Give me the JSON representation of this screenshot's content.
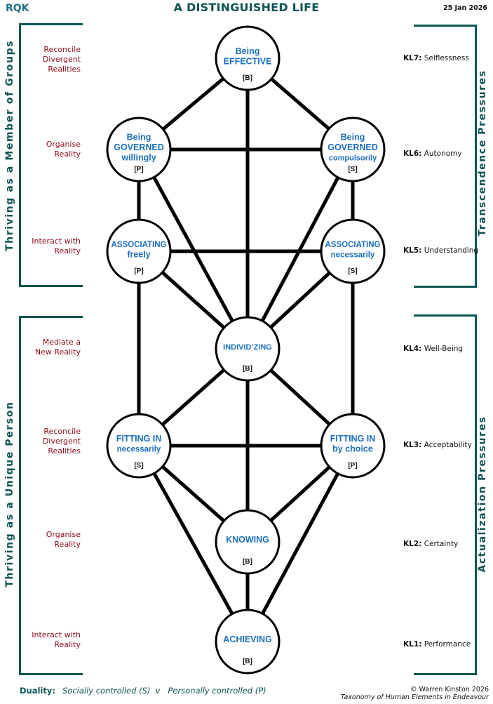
{
  "header": {
    "left": "RQK",
    "title": "A DISTINGUISHED LIFE",
    "date": "25 Jan 2026"
  },
  "left_groups": [
    {
      "title": "Thriving  as  a  Member  of  Groups",
      "labels": [
        "Reconcile\nDivergent\nRealities",
        "Organise\nReality",
        "Interact with\nReality"
      ]
    },
    {
      "title": "Thriving  as  a  Unique  Person",
      "labels": [
        "Mediate a\nNew Reality",
        "Reconcile\nDivergent\nRealities",
        "Organise\nReality",
        "Interact with\nReality"
      ]
    }
  ],
  "right_groups": [
    {
      "title": "Transcendence  Pressures"
    },
    {
      "title": "Actualization  Pressures"
    }
  ],
  "levels": [
    {
      "code": "KL7:",
      "name": "Selflessness"
    },
    {
      "code": "KL6:",
      "name": "Autonomy"
    },
    {
      "code": "KL5:",
      "name": "Understanding"
    },
    {
      "code": "KL4:",
      "name": "Well-Being"
    },
    {
      "code": "KL3:",
      "name": "Acceptability"
    },
    {
      "code": "KL2:",
      "name": "Certainty"
    },
    {
      "code": "KL1:",
      "name": "Performance"
    }
  ],
  "nodes": [
    {
      "id": "effective",
      "lines": [
        "Being",
        "EFFECTIVE"
      ],
      "tag": "[B]"
    },
    {
      "id": "gov-willingly",
      "lines": [
        "Being",
        "GOVERNED",
        "willingly"
      ],
      "tag": "[P]"
    },
    {
      "id": "gov-compulsorily",
      "lines": [
        "Being",
        "GOVERNED",
        "compulsorily"
      ],
      "tag": "[S]"
    },
    {
      "id": "assoc-freely",
      "lines": [
        "ASSOCIATING",
        "freely"
      ],
      "tag": "[P]"
    },
    {
      "id": "assoc-necessarily",
      "lines": [
        "ASSOCIATING",
        "necessarily"
      ],
      "tag": "[S]"
    },
    {
      "id": "individzing",
      "lines": [
        "INDIVID’ZING"
      ],
      "tag": "[B]"
    },
    {
      "id": "fitting-necessarily",
      "lines": [
        "FITTING IN",
        "necessarily"
      ],
      "tag": "[S]"
    },
    {
      "id": "fitting-choice",
      "lines": [
        "FITTING IN",
        "by choice"
      ],
      "tag": "[P]"
    },
    {
      "id": "knowing",
      "lines": [
        "KNOWING"
      ],
      "tag": "[B]"
    },
    {
      "id": "achieving",
      "lines": [
        "ACHIEVING"
      ],
      "tag": "[B]"
    }
  ],
  "edges": [
    [
      "effective",
      "gov-willingly"
    ],
    [
      "effective",
      "gov-compulsorily"
    ],
    [
      "effective",
      "individzing"
    ],
    [
      "gov-willingly",
      "gov-compulsorily"
    ],
    [
      "gov-willingly",
      "assoc-freely"
    ],
    [
      "gov-willingly",
      "individzing"
    ],
    [
      "gov-compulsorily",
      "assoc-necessarily"
    ],
    [
      "gov-compulsorily",
      "individzing"
    ],
    [
      "assoc-freely",
      "assoc-necessarily"
    ],
    [
      "assoc-freely",
      "individzing"
    ],
    [
      "assoc-freely",
      "fitting-necessarily"
    ],
    [
      "assoc-necessarily",
      "individzing"
    ],
    [
      "assoc-necessarily",
      "fitting-choice"
    ],
    [
      "individzing",
      "fitting-necessarily"
    ],
    [
      "individzing",
      "fitting-choice"
    ],
    [
      "individzing",
      "knowing"
    ],
    [
      "fitting-necessarily",
      "fitting-choice"
    ],
    [
      "fitting-necessarily",
      "knowing"
    ],
    [
      "fitting-necessarily",
      "achieving"
    ],
    [
      "fitting-choice",
      "knowing"
    ],
    [
      "fitting-choice",
      "achieving"
    ],
    [
      "knowing",
      "achieving"
    ]
  ],
  "footer": {
    "duality_key": "Duality:",
    "duality_text": "Socially controlled (S)  v   Personally controlled (P)",
    "copyright": "© Warren Kinston 2026",
    "subtitle": "Taxonomy of Human Elements in Endeavour"
  },
  "colors": {
    "brand_teal": "#0f5454",
    "header_blue": "#1d6f86",
    "node_text_blue": "#1b6fbf",
    "left_label_red": "#8b0a17"
  }
}
